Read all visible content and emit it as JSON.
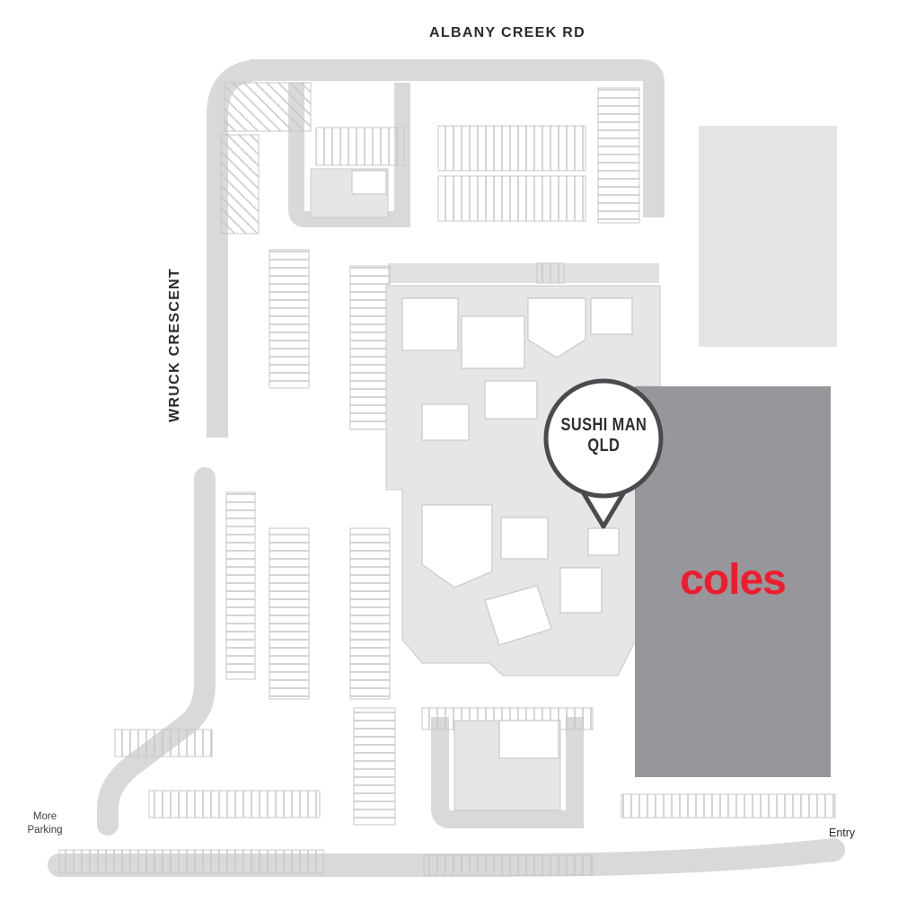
{
  "roads": {
    "albany_creek": "ALBANY CREEK RD",
    "wruck_crescent": "WRUCK CRESCENT"
  },
  "marker": {
    "store_line1": "SUSHI MAN",
    "store_line2": "QLD"
  },
  "anchor_store": {
    "name": "coles"
  },
  "footer": {
    "more_parking_line1": "More",
    "more_parking_line2": "Parking",
    "entry": "Entry"
  },
  "colors": {
    "road": "#d9d9d9",
    "hatch": "#c7c7ca",
    "building": "#e6e6e8",
    "building-light": "#e4e4e7",
    "unit-line": "#c9c9cc",
    "unit-fill": "#ffffff",
    "walkway": "#e0e0e2",
    "coles-bg": "#97969b",
    "coles-red": "#ee1c2e",
    "marker": "#4a4a4f",
    "text": "#2b2b2b"
  }
}
